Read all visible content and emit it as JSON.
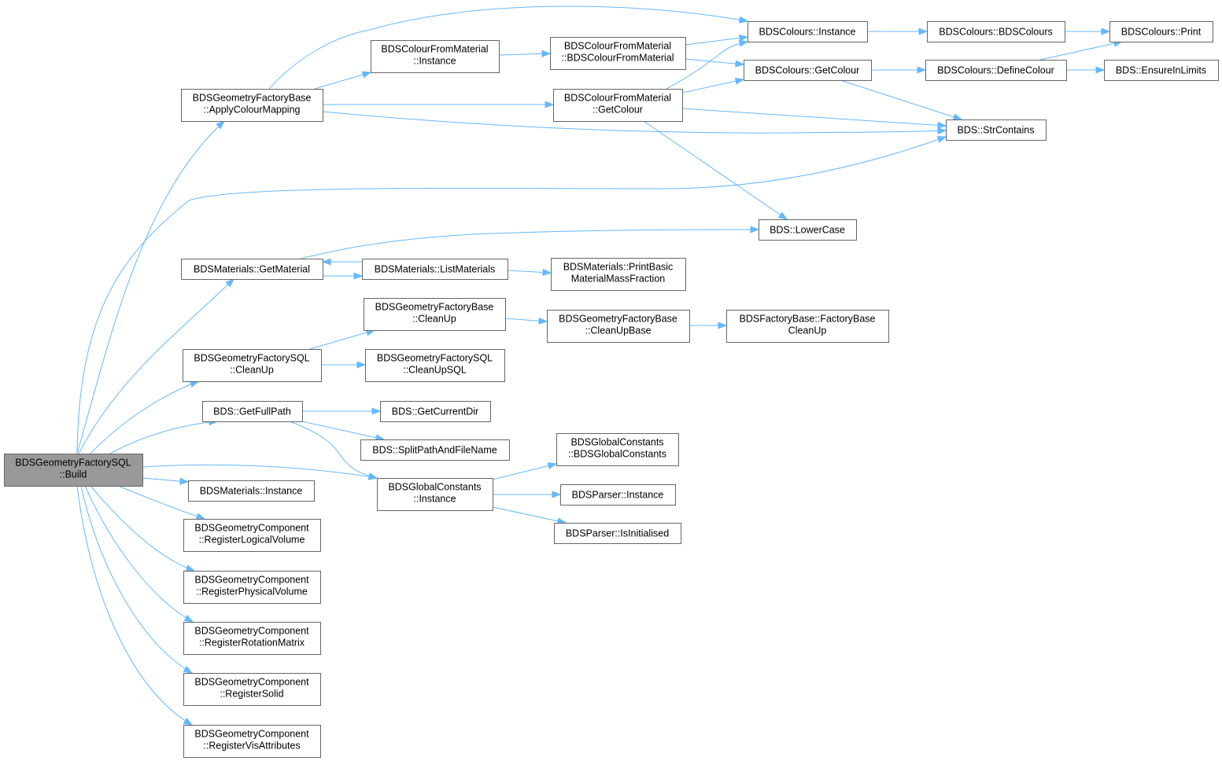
{
  "nodes": {
    "build": {
      "lines": [
        "BDSGeometryFactorySQL",
        "::Build"
      ],
      "root": true
    },
    "applyColourMapping": {
      "lines": [
        "BDSGeometryFactoryBase",
        "::ApplyColourMapping"
      ]
    },
    "getMaterial": {
      "lines": [
        "BDSMaterials::GetMaterial"
      ]
    },
    "cleanUpSQLFactory": {
      "lines": [
        "BDSGeometryFactorySQL",
        "::CleanUp"
      ]
    },
    "getFullPath": {
      "lines": [
        "BDS::GetFullPath"
      ]
    },
    "materialsInstance": {
      "lines": [
        "BDSMaterials::Instance"
      ]
    },
    "registerLogicalVolume": {
      "lines": [
        "BDSGeometryComponent",
        "::RegisterLogicalVolume"
      ]
    },
    "registerPhysicalVolume": {
      "lines": [
        "BDSGeometryComponent",
        "::RegisterPhysicalVolume"
      ]
    },
    "registerRotationMatrix": {
      "lines": [
        "BDSGeometryComponent",
        "::RegisterRotationMatrix"
      ]
    },
    "registerSolid": {
      "lines": [
        "BDSGeometryComponent",
        "::RegisterSolid"
      ]
    },
    "registerVisAttributes": {
      "lines": [
        "BDSGeometryComponent",
        "::RegisterVisAttributes"
      ]
    },
    "colourFromMaterialInstance": {
      "lines": [
        "BDSColourFromMaterial",
        "::Instance"
      ]
    },
    "listMaterials": {
      "lines": [
        "BDSMaterials::ListMaterials"
      ]
    },
    "cleanUpBaseFactory": {
      "lines": [
        "BDSGeometryFactoryBase",
        "::CleanUp"
      ]
    },
    "cleanUpSQL": {
      "lines": [
        "BDSGeometryFactorySQL",
        "::CleanUpSQL"
      ]
    },
    "getCurrentDir": {
      "lines": [
        "BDS::GetCurrentDir"
      ]
    },
    "splitPathAndFileName": {
      "lines": [
        "BDS::SplitPathAndFileName"
      ]
    },
    "globalConstantsInstance": {
      "lines": [
        "BDSGlobalConstants",
        "::Instance"
      ]
    },
    "colourFromMaterialCtor": {
      "lines": [
        "BDSColourFromMaterial",
        "::BDSColourFromMaterial"
      ]
    },
    "colourFromMaterialGetColour": {
      "lines": [
        "BDSColourFromMaterial",
        "::GetColour"
      ]
    },
    "printBasicMaterialMassFraction": {
      "lines": [
        "BDSMaterials::PrintBasic",
        "MaterialMassFraction"
      ]
    },
    "cleanUpBase": {
      "lines": [
        "BDSGeometryFactoryBase",
        "::CleanUpBase"
      ]
    },
    "globalConstantsCtor": {
      "lines": [
        "BDSGlobalConstants",
        "::BDSGlobalConstants"
      ]
    },
    "parserInstance": {
      "lines": [
        "BDSParser::Instance"
      ]
    },
    "parserIsInitialised": {
      "lines": [
        "BDSParser::IsInitialised"
      ]
    },
    "coloursInstance": {
      "lines": [
        "BDSColours::Instance"
      ]
    },
    "coloursGetColour": {
      "lines": [
        "BDSColours::GetColour"
      ]
    },
    "lowerCase": {
      "lines": [
        "BDS::LowerCase"
      ]
    },
    "factoryBaseCleanUp": {
      "lines": [
        "BDSFactoryBase::FactoryBase",
        "CleanUp"
      ]
    },
    "coloursCtor": {
      "lines": [
        "BDSColours::BDSColours"
      ]
    },
    "coloursDefineColour": {
      "lines": [
        "BDSColours::DefineColour"
      ]
    },
    "strContains": {
      "lines": [
        "BDS::StrContains"
      ]
    },
    "coloursPrint": {
      "lines": [
        "BDSColours::Print"
      ]
    },
    "ensureInLimits": {
      "lines": [
        "BDS::EnsureInLimits"
      ]
    }
  },
  "edges": [
    {
      "from": "build",
      "to": "applyColourMapping"
    },
    {
      "from": "build",
      "to": "strContains"
    },
    {
      "from": "build",
      "to": "getMaterial"
    },
    {
      "from": "build",
      "to": "cleanUpSQLFactory"
    },
    {
      "from": "build",
      "to": "getFullPath"
    },
    {
      "from": "build",
      "to": "globalConstantsInstance"
    },
    {
      "from": "build",
      "to": "materialsInstance"
    },
    {
      "from": "build",
      "to": "registerLogicalVolume"
    },
    {
      "from": "build",
      "to": "registerPhysicalVolume"
    },
    {
      "from": "build",
      "to": "registerRotationMatrix"
    },
    {
      "from": "build",
      "to": "registerSolid"
    },
    {
      "from": "build",
      "to": "registerVisAttributes"
    },
    {
      "from": "applyColourMapping",
      "to": "coloursInstance"
    },
    {
      "from": "applyColourMapping",
      "to": "colourFromMaterialInstance"
    },
    {
      "from": "applyColourMapping",
      "to": "colourFromMaterialGetColour"
    },
    {
      "from": "applyColourMapping",
      "to": "strContains"
    },
    {
      "from": "colourFromMaterialInstance",
      "to": "colourFromMaterialCtor"
    },
    {
      "from": "colourFromMaterialCtor",
      "to": "coloursInstance"
    },
    {
      "from": "colourFromMaterialCtor",
      "to": "coloursGetColour"
    },
    {
      "from": "colourFromMaterialGetColour",
      "to": "coloursInstance"
    },
    {
      "from": "colourFromMaterialGetColour",
      "to": "coloursGetColour"
    },
    {
      "from": "colourFromMaterialGetColour",
      "to": "strContains"
    },
    {
      "from": "colourFromMaterialGetColour",
      "to": "lowerCase"
    },
    {
      "from": "coloursInstance",
      "to": "coloursCtor"
    },
    {
      "from": "coloursCtor",
      "to": "coloursPrint"
    },
    {
      "from": "coloursGetColour",
      "to": "coloursDefineColour"
    },
    {
      "from": "coloursGetColour",
      "to": "strContains"
    },
    {
      "from": "coloursDefineColour",
      "to": "coloursPrint"
    },
    {
      "from": "coloursDefineColour",
      "to": "ensureInLimits"
    },
    {
      "from": "getMaterial",
      "to": "lowerCase"
    },
    {
      "from": "getMaterial",
      "to": "listMaterials"
    },
    {
      "from": "listMaterials",
      "to": "getMaterial"
    },
    {
      "from": "listMaterials",
      "to": "printBasicMaterialMassFraction"
    },
    {
      "from": "cleanUpSQLFactory",
      "to": "cleanUpBaseFactory"
    },
    {
      "from": "cleanUpSQLFactory",
      "to": "cleanUpSQL"
    },
    {
      "from": "cleanUpBaseFactory",
      "to": "cleanUpBase"
    },
    {
      "from": "cleanUpBase",
      "to": "factoryBaseCleanUp"
    },
    {
      "from": "getFullPath",
      "to": "getCurrentDir"
    },
    {
      "from": "getFullPath",
      "to": "splitPathAndFileName"
    },
    {
      "from": "getFullPath",
      "to": "globalConstantsInstance"
    },
    {
      "from": "globalConstantsInstance",
      "to": "globalConstantsCtor"
    },
    {
      "from": "globalConstantsInstance",
      "to": "parserInstance"
    },
    {
      "from": "globalConstantsInstance",
      "to": "parserIsInitialised"
    }
  ]
}
